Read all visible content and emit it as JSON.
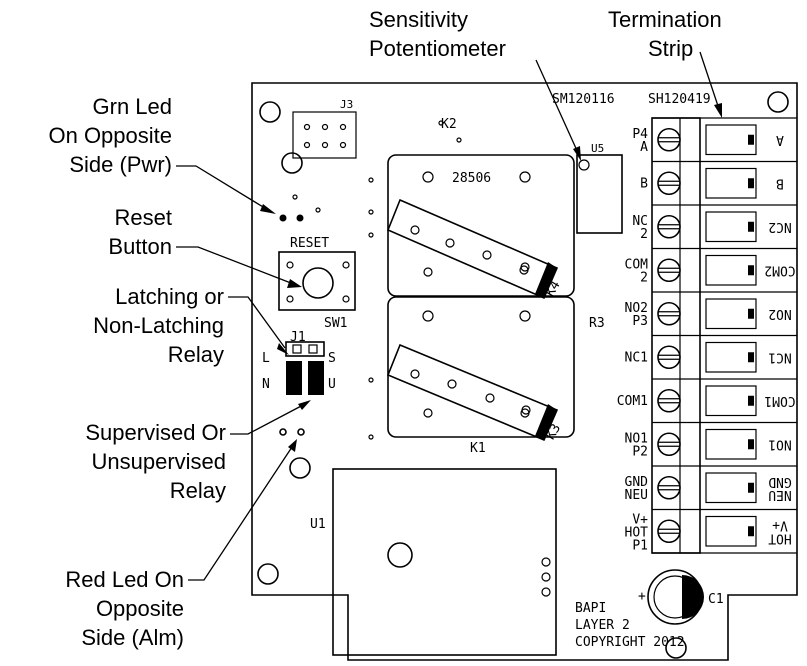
{
  "callouts": {
    "grn_led": [
      "Grn Led",
      "On Opposite",
      "Side (Pwr)"
    ],
    "reset": [
      "Reset",
      "Button"
    ],
    "latching": [
      "Latching or",
      "Non-Latching",
      "Relay"
    ],
    "supervised": [
      "Supervised Or",
      "Unsupervised",
      "Relay"
    ],
    "red_led": [
      "Red Led On",
      "Opposite",
      "Side (Alm)"
    ],
    "sensitivity": [
      "Sensitivity",
      "Potentiometer"
    ],
    "termination": [
      "Termination",
      "Strip"
    ]
  },
  "board": {
    "part_left": "SM120116",
    "part_right": "SH120419",
    "j3": "J3",
    "k2": "K2",
    "k2_code": "28506",
    "k1": "K1",
    "k4": "K4",
    "k3": "K3",
    "u5": "U5",
    "u1": "U1",
    "r3": "R3",
    "reset": "RESET",
    "sw1": "SW1",
    "j1": "J1",
    "jl": "L",
    "js": "S",
    "jn": "N",
    "ju": "U",
    "c1": "C1",
    "plus": "+",
    "footer": [
      "BAPI",
      "LAYER 2",
      "COPYRIGHT 2012"
    ]
  },
  "terminal_labels": [
    "P4 A",
    "B",
    "NC 2",
    "COM 2",
    "NO2 P3",
    "NC1",
    "COM1",
    "NO1 P2",
    "GND NEU",
    "V+ HOT P1"
  ],
  "terminal_labels_mirrored": [
    "A",
    "B",
    "NC2",
    "COM2",
    "NO2",
    "NC1",
    "COM1",
    "NO1",
    "GND NEU",
    "V+ HOT"
  ]
}
